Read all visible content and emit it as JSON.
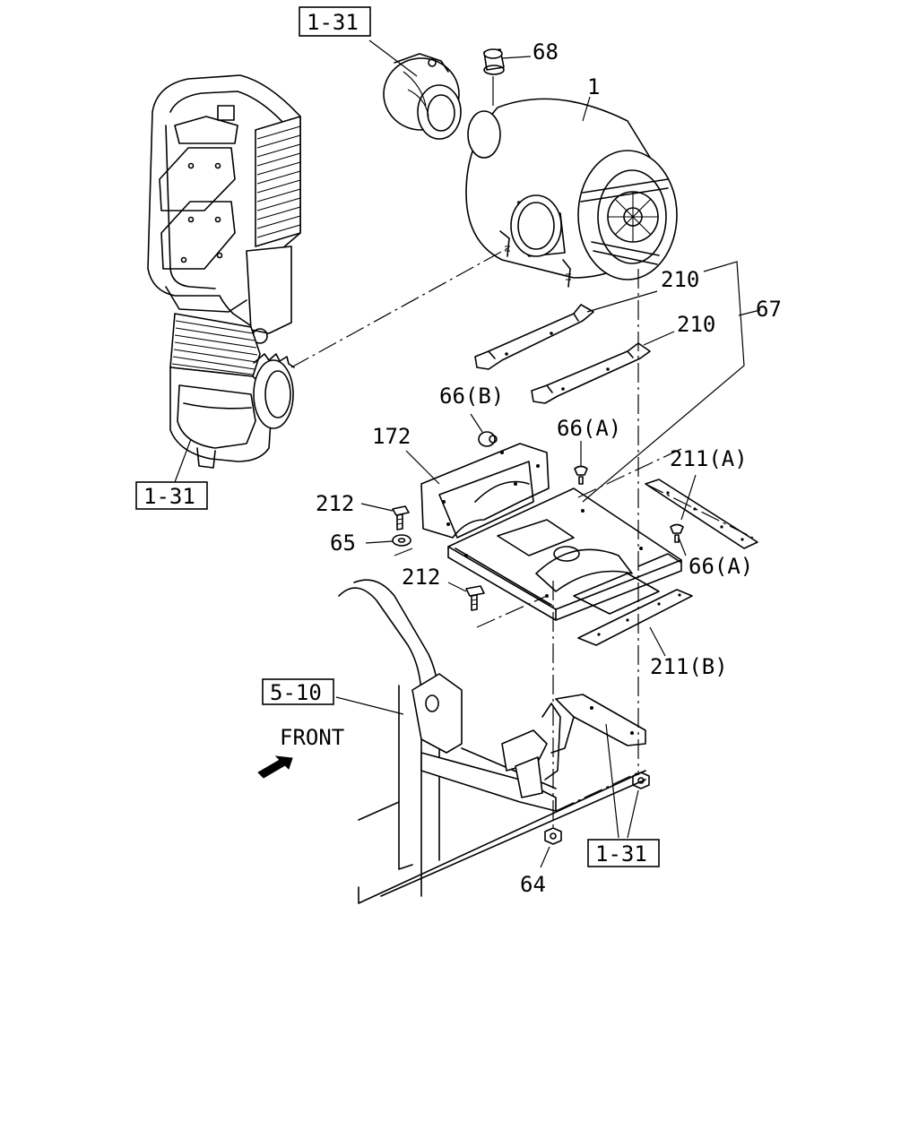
{
  "refs": {
    "ref_top": "1-31",
    "ref_left": "1-31",
    "ref_bottom": "1-31",
    "ref_frame": "5-10"
  },
  "labels": {
    "p68": "68",
    "p1": "1",
    "p210a": "210",
    "p210b": "210",
    "p67": "67",
    "p66b": "66(B)",
    "p66a_top": "66(A)",
    "p172": "172",
    "p211a": "211(A)",
    "p212_top": "212",
    "p65": "65",
    "p66a_right": "66(A)",
    "p212_bottom": "212",
    "p211b": "211(B)",
    "p64": "64"
  },
  "front_label": "FRONT"
}
